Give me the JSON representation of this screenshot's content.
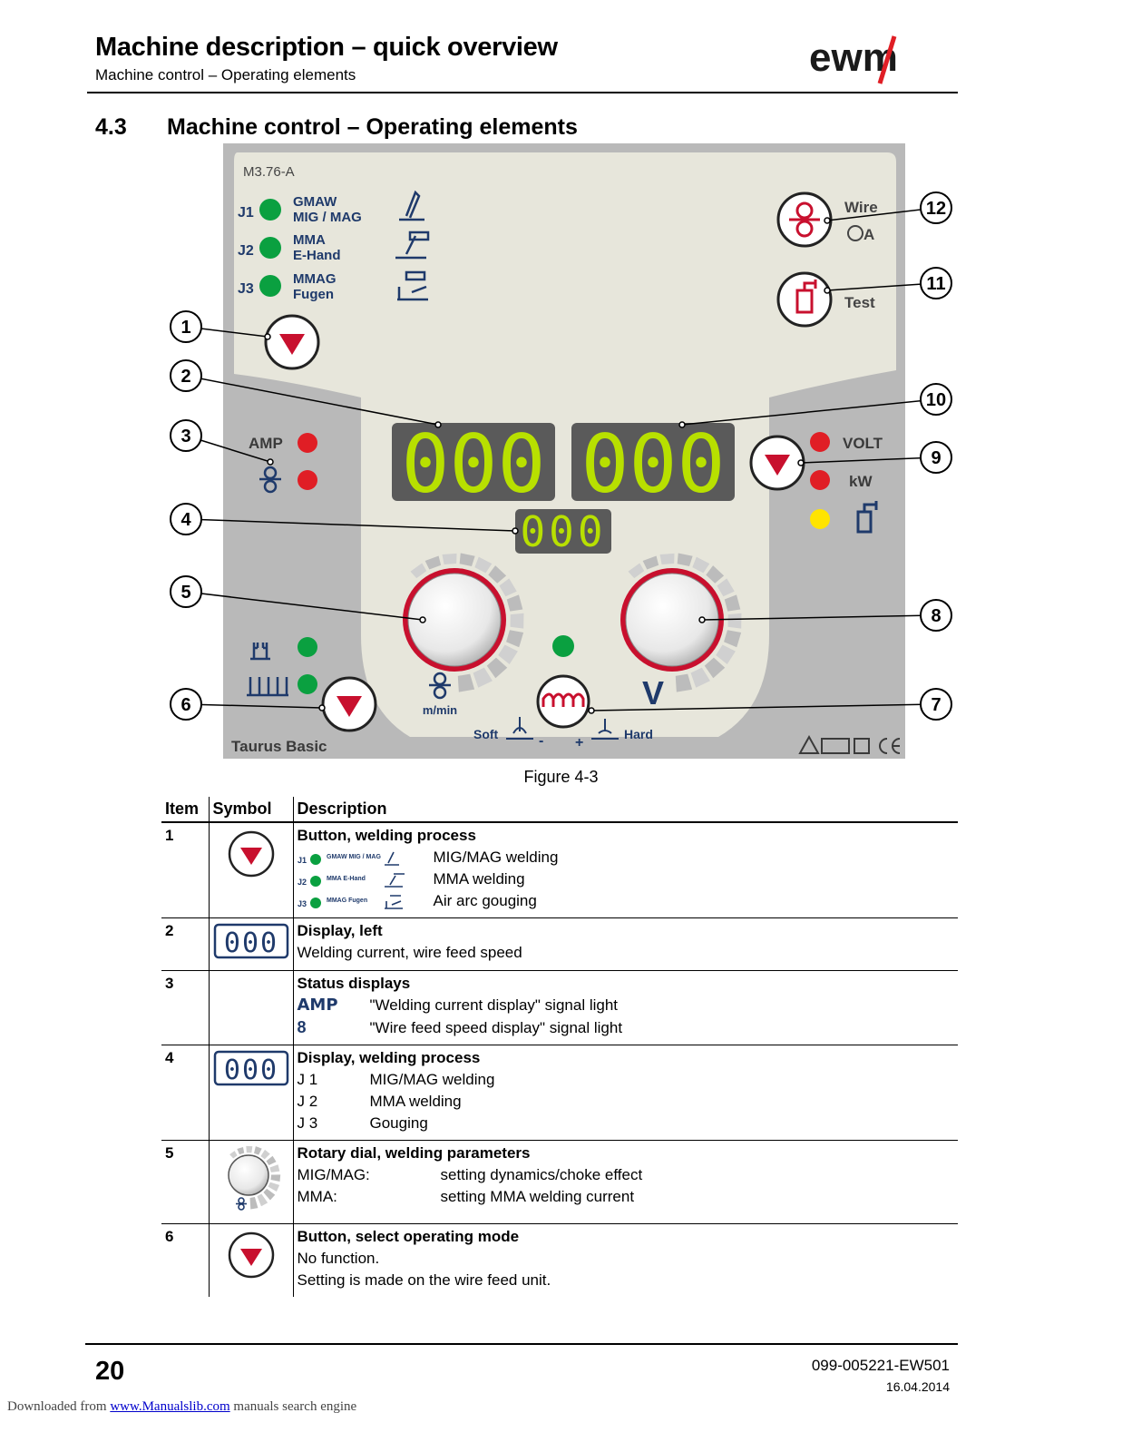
{
  "header": {
    "title": "Machine description – quick overview",
    "subtitle": "Machine control – Operating elements",
    "logo": "ewm"
  },
  "section": {
    "number": "4.3",
    "title": "Machine control – Operating elements"
  },
  "panel": {
    "model": "M3.76-A",
    "modes": [
      {
        "code": "J1",
        "line1": "GMAW",
        "line2": "MIG / MAG"
      },
      {
        "code": "J2",
        "line1": "MMA",
        "line2": "E-Hand"
      },
      {
        "code": "J3",
        "line1": "MMAG",
        "line2": "Fugen"
      }
    ],
    "wire_label": "Wire",
    "wire_sub": "A",
    "test_label": "Test",
    "amp_label": "AMP",
    "volt_label": "VOLT",
    "kw_label": "kW",
    "display_left": "000",
    "display_right": "000",
    "display_small": "000",
    "mmin_label": "m/min",
    "v_label": "V",
    "soft_label": "Soft",
    "hard_label": "Hard",
    "minus_label": "-",
    "plus_label": "+",
    "brand": "Taurus Basic",
    "callouts": [
      "1",
      "2",
      "3",
      "4",
      "5",
      "6",
      "7",
      "8",
      "9",
      "10",
      "11",
      "12"
    ],
    "colors": {
      "led_green": "#0aa040",
      "led_red": "#e01e25",
      "led_yellow": "#ffe400",
      "display_seg": "#b8e000",
      "button_red": "#c8102e",
      "panel_gray": "#b9b9b9",
      "panel_cream": "#e7e6db"
    }
  },
  "figure_caption": "Figure 4-3",
  "table": {
    "headers": {
      "item": "Item",
      "symbol": "Symbol",
      "description": "Description"
    },
    "rows": [
      {
        "item": "1",
        "title": "Button, welding process",
        "lines": [
          {
            "a": "J1",
            "b": "GMAW MIG / MAG",
            "t": "MIG/MAG welding"
          },
          {
            "a": "J2",
            "b": "MMA E-Hand",
            "t": "MMA welding"
          },
          {
            "a": "J3",
            "b": "MMAG Fugen",
            "t": "Air arc gouging"
          }
        ]
      },
      {
        "item": "2",
        "title": "Display, left",
        "symbol_text": "000",
        "lines": [
          {
            "t": "Welding current, wire feed speed"
          }
        ]
      },
      {
        "item": "3",
        "title": "Status displays",
        "lines": [
          {
            "a": "AMP",
            "t": "\"Welding current display\" signal light"
          },
          {
            "a": "8",
            "t": "\"Wire feed speed display\" signal light"
          }
        ]
      },
      {
        "item": "4",
        "title": "Display, welding process",
        "symbol_text": "000",
        "lines": [
          {
            "a": "J 1",
            "t": "MIG/MAG welding"
          },
          {
            "a": "J 2",
            "t": "MMA welding"
          },
          {
            "a": "J 3",
            "t": "Gouging"
          }
        ]
      },
      {
        "item": "5",
        "title": "Rotary dial, welding parameters",
        "lines": [
          {
            "a": "MIG/MAG:",
            "t": "setting dynamics/choke effect"
          },
          {
            "a": "MMA:",
            "t": "setting MMA welding current"
          }
        ]
      },
      {
        "item": "6",
        "title": "Button, select operating mode",
        "lines": [
          {
            "t": "No function."
          },
          {
            "t": "Setting is made on the wire feed unit."
          }
        ]
      }
    ]
  },
  "footer": {
    "page": "20",
    "doc_no": "099-005221-EW501",
    "date": "16.04.2014",
    "download_prefix": "Downloaded from ",
    "download_link": "www.Manualslib.com",
    "download_suffix": " manuals search engine"
  }
}
